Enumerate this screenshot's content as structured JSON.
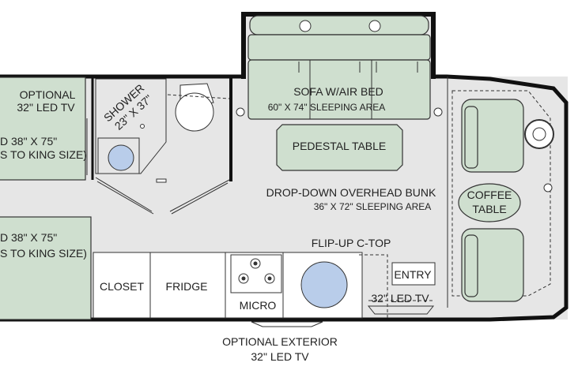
{
  "labels": {
    "optional_tv": [
      "OPTIONAL",
      "32\" LED TV"
    ],
    "bed_upper": [
      "D 38\" X 75\"",
      "S TO KING SIZE)"
    ],
    "bed_lower": [
      "D 38\" X 75\"",
      "S TO KING SIZE)"
    ],
    "shower": [
      "SHOWER",
      "23\" X 37\""
    ],
    "sofa": [
      "SOFA W/AIR BED",
      "60\" X 74\" SLEEPING AREA"
    ],
    "pedestal_table": "PEDESTAL TABLE",
    "bunk": [
      "DROP-DOWN OVERHEAD BUNK",
      "36\" X 72\" SLEEPING AREA"
    ],
    "coffee_table": [
      "COFFEE",
      "TABLE"
    ],
    "flip_up": "FLIP-UP C-TOP",
    "closet": "CLOSET",
    "fridge": "FRIDGE",
    "micro": "MICRO",
    "entry": "ENTRY",
    "entry_tv": "32\" LED TV",
    "exterior_tv": [
      "OPTIONAL EXTERIOR",
      "32\" LED TV"
    ]
  },
  "colors": {
    "floor": "#e6e6e6",
    "furniture": "#cfdfcf",
    "sink": "#b9cdea",
    "wall": "#111111"
  }
}
